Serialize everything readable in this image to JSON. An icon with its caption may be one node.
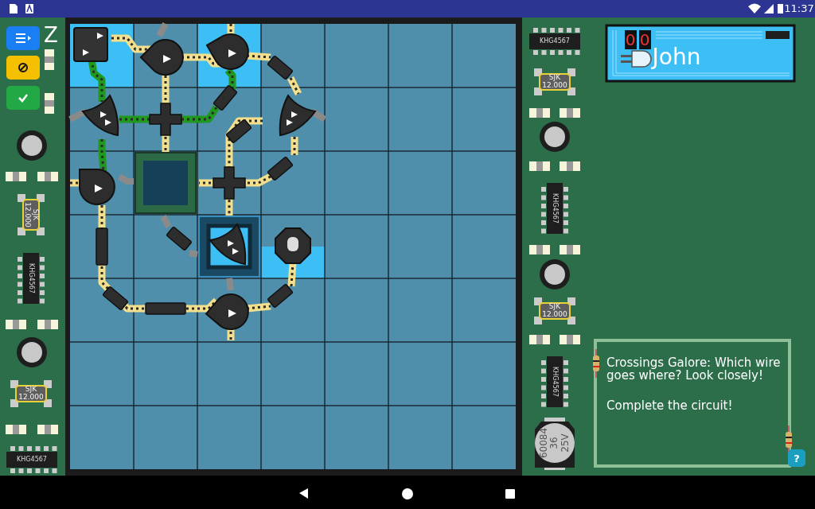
{
  "diagram": {
    "labels": [
      "11:37",
      "Z",
      "SJK 12.000",
      "KHG4567",
      "SJK 12.000",
      "KHG4567",
      "KHG4567",
      "0",
      "0",
      "John",
      "SJK 12.000",
      "KHG4567",
      "SJK 12.000",
      "KHG4567",
      "60084 36 25V",
      "Crossings Galore: Which wire goes where? Look closely!",
      "Complete the circuit!",
      "?"
    ]
  }
}
